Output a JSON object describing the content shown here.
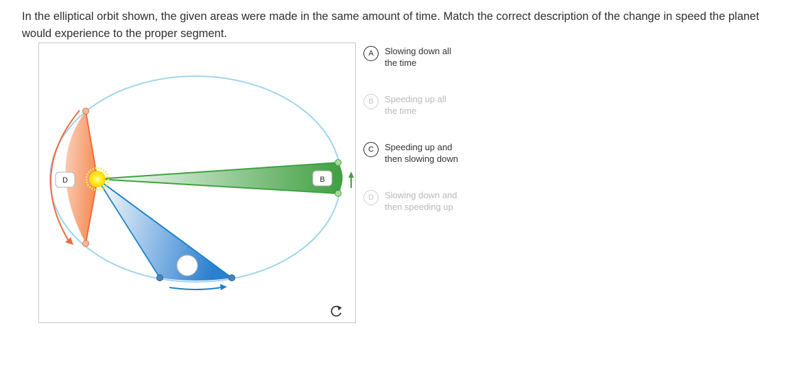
{
  "question": {
    "text": "In the elliptical orbit shown, the given areas were made in the same amount of time. Match the correct description of the change in speed the planet would experience to the proper segment."
  },
  "figure": {
    "zones": [
      {
        "id": "D",
        "label": "D",
        "filled": true
      },
      {
        "id": "B",
        "label": "B",
        "filled": true
      },
      {
        "id": "bottom",
        "label": "",
        "filled": false
      }
    ],
    "colors": {
      "orbit": "#9fd4ee",
      "orange": "#f06a3b",
      "green": "#3aa33e",
      "blue": "#1b82c6",
      "sun": "#ffe326"
    },
    "reset_icon": "reset-icon"
  },
  "answers": [
    {
      "id": "A",
      "letter": "A",
      "text": "Slowing down all the time",
      "used": false
    },
    {
      "id": "B",
      "letter": "B",
      "text": "Speeding up all the time",
      "used": true
    },
    {
      "id": "C",
      "letter": "C",
      "text": "Speeding up and then slowing down",
      "used": false
    },
    {
      "id": "D",
      "letter": "D",
      "text": "Slowing down and then speeding up",
      "used": true
    }
  ]
}
